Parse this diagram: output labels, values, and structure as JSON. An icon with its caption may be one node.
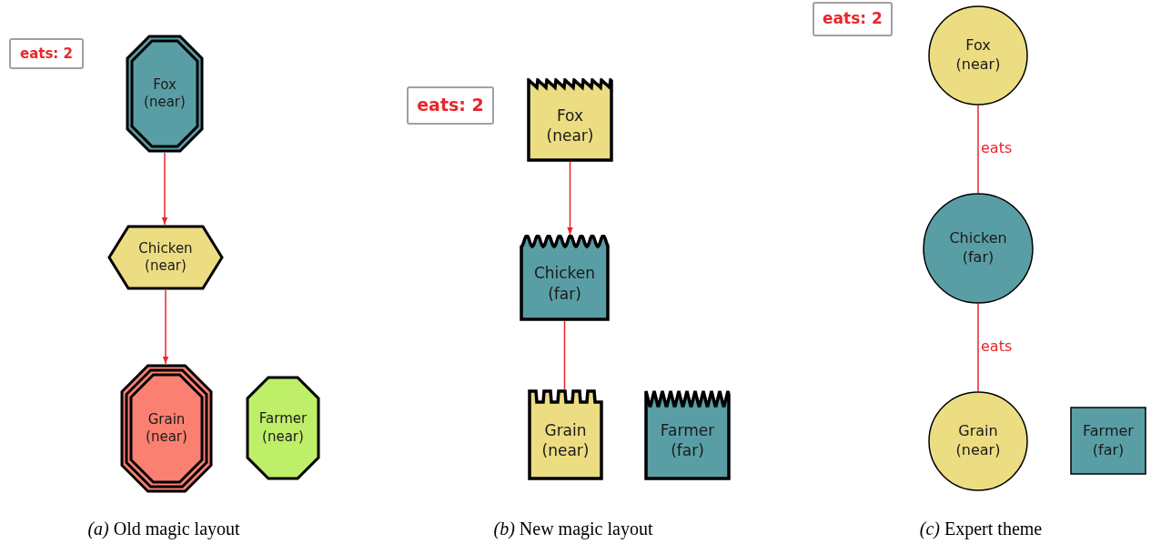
{
  "diagram": {
    "nodes": [
      {
        "text": [
          "eats: 2"
        ]
      },
      {
        "text": [
          "Fox (near)"
        ]
      },
      {
        "text": [
          "Chicken (near)"
        ]
      },
      {
        "text": [
          "Grain (near)"
        ]
      },
      {
        "text": [
          "Farmer (near)"
        ]
      },
      {
        "text": [
          "eats: 2"
        ]
      },
      {
        "text": [
          "Fox (near)"
        ]
      },
      {
        "text": [
          "Chicken (far)"
        ]
      },
      {
        "text": [
          "Grain (near)"
        ]
      },
      {
        "text": [
          "Farmer (far)"
        ]
      },
      {
        "text": [
          "eats: 2"
        ]
      },
      {
        "text": [
          "Fox (near)"
        ]
      },
      {
        "text": [
          "Chicken (far)"
        ]
      },
      {
        "text": [
          "Grain (near)"
        ]
      },
      {
        "text": [
          "Farmer (far)"
        ]
      }
    ],
    "edges": [
      {
        "from": 1,
        "to": 2,
        "arrow": "to"
      },
      {
        "from": 2,
        "to": 3,
        "arrow": "to"
      },
      {
        "from": 6,
        "to": 7,
        "arrow": "to"
      },
      {
        "from": 7,
        "to": 8,
        "arrow": "none"
      },
      {
        "from": 11,
        "to": 12,
        "arrow": "none",
        "label": "eats"
      },
      {
        "from": 12,
        "to": 13,
        "arrow": "none",
        "label": "eats"
      }
    ],
    "labels": [
      "*(a)* Old magic layout",
      "*(b)* New magic layout",
      "*(c)* Expert theme"
    ]
  }
}
